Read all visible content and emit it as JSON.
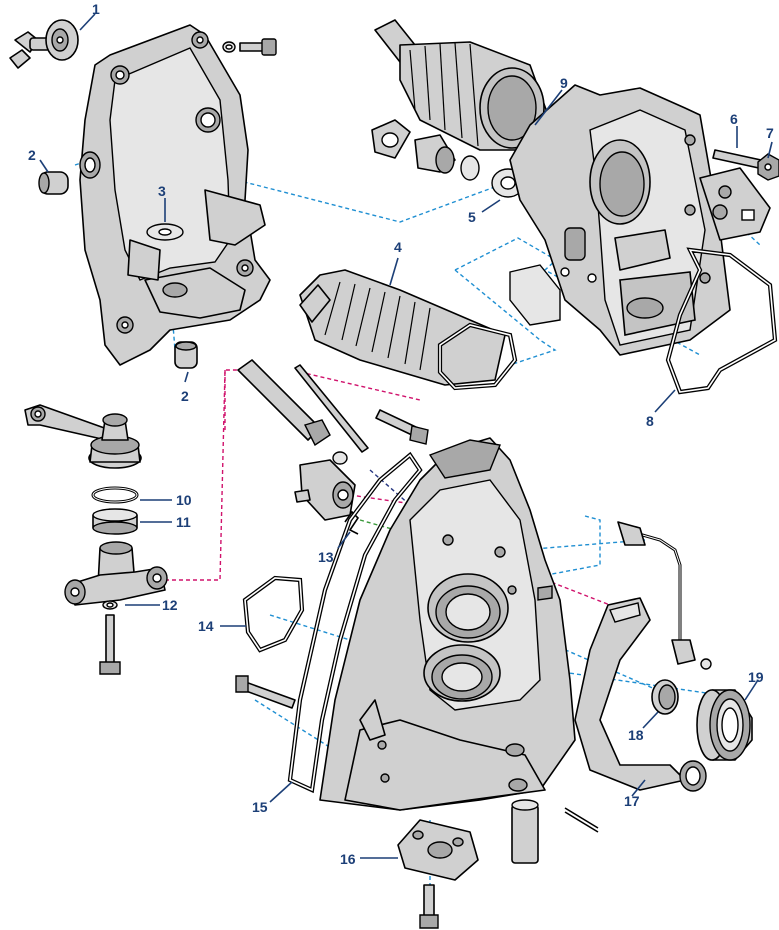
{
  "callouts": {
    "c1": "1",
    "c2a": "2",
    "c2b": "2",
    "c3": "3",
    "c4": "4",
    "c5": "5",
    "c6": "6",
    "c7": "7",
    "c8": "8",
    "c9": "9",
    "c10": "10",
    "c11": "11",
    "c12": "12",
    "c13": "13",
    "c14": "14",
    "c15": "15",
    "c16": "16",
    "c17": "17",
    "c18": "18",
    "c19": "19"
  },
  "colors": {
    "callout_text": "#1c3f77",
    "dashed_blue": "#1f8fd2",
    "dashed_red": "#d0126c",
    "dashed_green": "#3b9a3b",
    "part_fill": "#d0d0d0"
  }
}
